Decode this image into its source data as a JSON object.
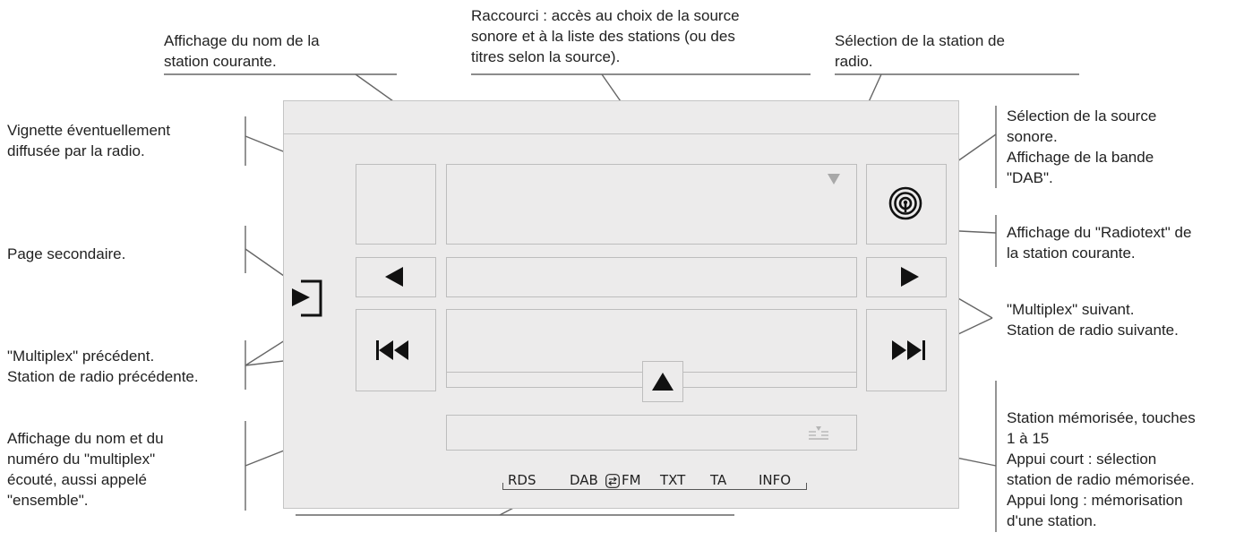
{
  "annotations": {
    "station_name": "Affichage du nom de la\nstation courante.",
    "shortcut": "Raccourci : accès au choix de la source\nsonore et à la liste des stations (ou des\ntitres selon la source).",
    "station_select": "Sélection de la station de\nradio.",
    "thumbnail": "Vignette éventuellement\ndiffusée par la radio.",
    "source_select": "Sélection de la source\nsonore.\nAffichage de la bande\n\"DAB\".",
    "secondary_page": "Page secondaire.",
    "radiotext": "Affichage du \"Radiotext\" de\nla station courante.",
    "next": "\"Multiplex\" suivant.\nStation de radio suivante.",
    "previous": "\"Multiplex\" précédent.\nStation de radio précédente.",
    "preset": "Station mémorisée, touches\n1 à 15\nAppui court : sélection\nstation de radio mémorisée.\nAppui long : mémorisation\nd'une station.",
    "multiplex_name": "Affichage du nom et du\nnuméro du \"multiplex\"\nécouté, aussi appelé\n\"ensemble\"."
  },
  "status_bar": {
    "rds": "RDS",
    "dab": "DAB",
    "fm": "FM",
    "txt": "TXT",
    "ta": "TA",
    "info": "INFO"
  },
  "icons": {
    "source": "radio-waves-icon",
    "secondary_page": "page-enter-icon",
    "previous": "triangle-left-icon",
    "next": "triangle-right-icon",
    "skip_back": "skip-back-icon",
    "skip_forward": "skip-forward-icon",
    "up": "triangle-up-icon",
    "dropdown": "dropdown-arrow-icon",
    "preset": "preset-list-icon",
    "dab_fm_switch": "switch-arrows-icon"
  },
  "colors": {
    "screen_bg": "#ecebeb",
    "box_border": "#bdbdbd",
    "leader_line": "#555555",
    "icon": "#111111"
  }
}
